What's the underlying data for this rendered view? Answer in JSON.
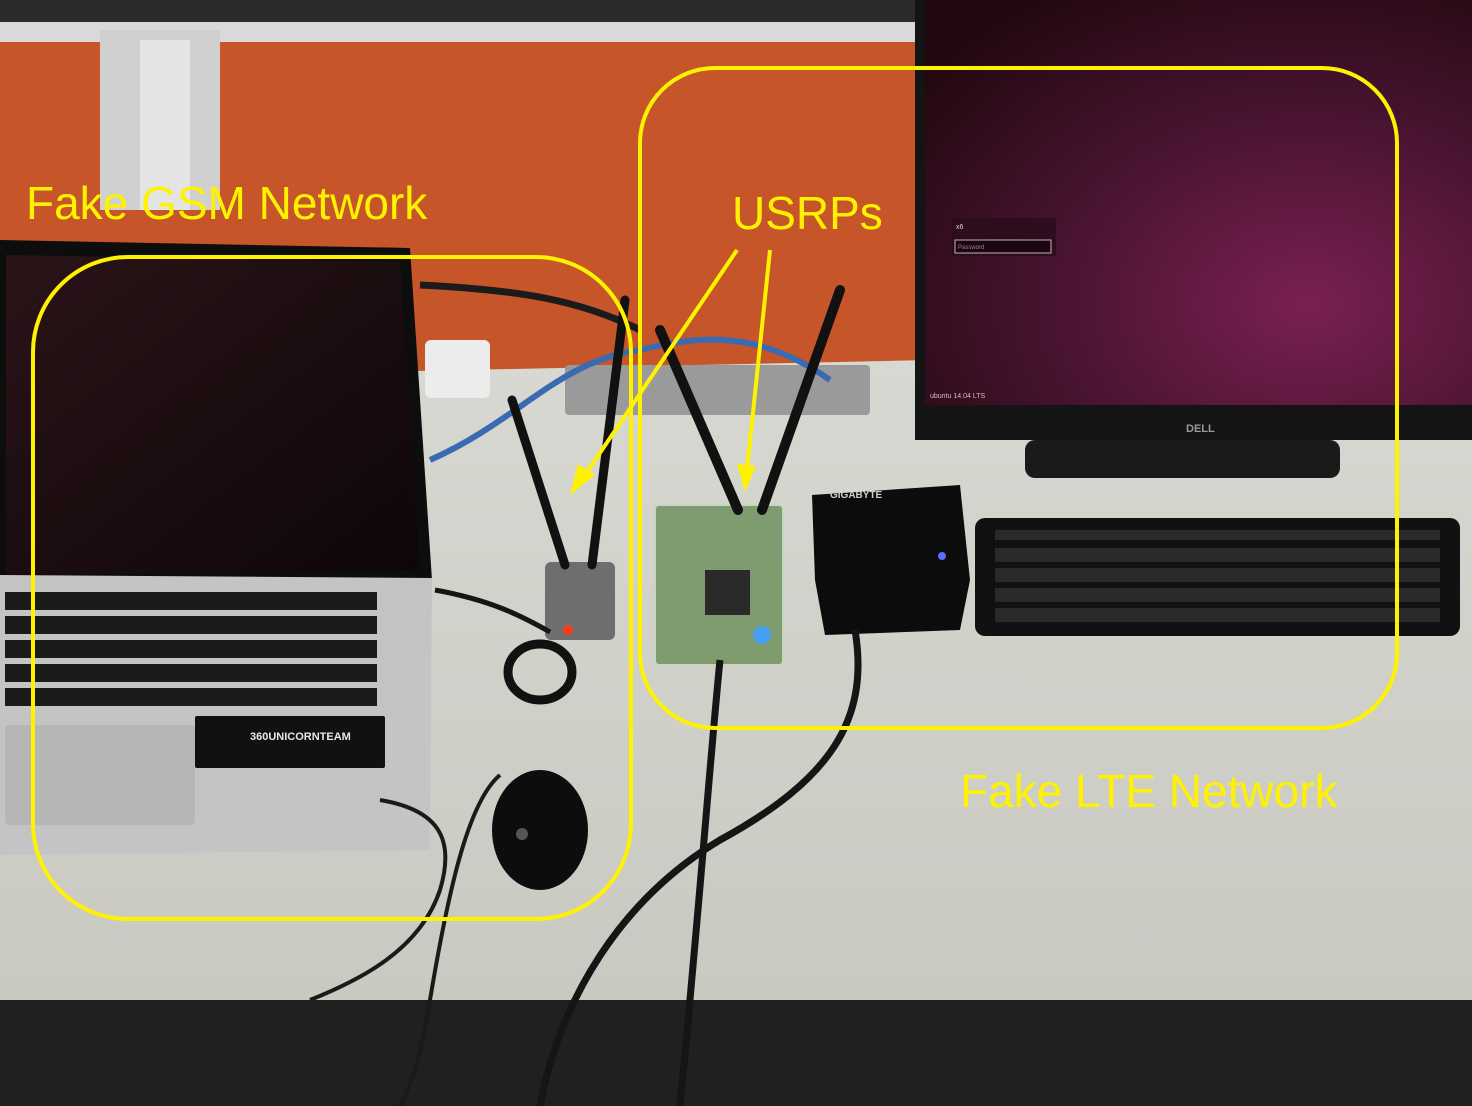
{
  "annotations": {
    "gsm_label": "Fake GSM Network",
    "usrp_label": "USRPs",
    "lte_label": "Fake LTE Network",
    "color": "#FFF200"
  },
  "devices": {
    "laptop_sticker": "360UNICORNTEAM",
    "mini_pc_brand": "GIGABYTE",
    "monitor_brand": "DELL",
    "monitor_os": "ubuntu 14.04 LTS",
    "login_username": "x6",
    "login_field_placeholder": "Password"
  }
}
